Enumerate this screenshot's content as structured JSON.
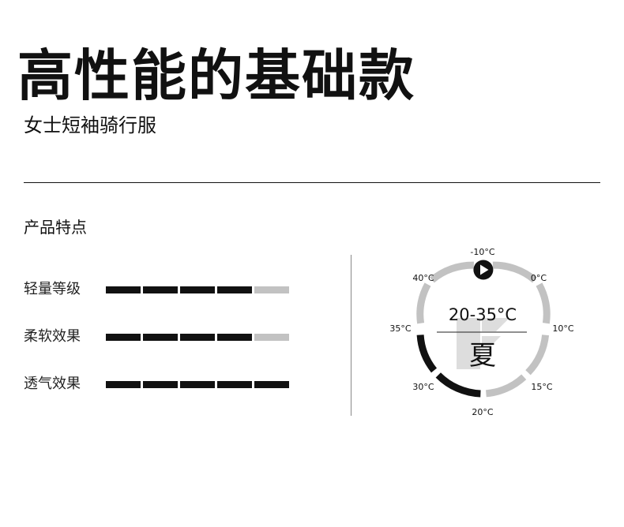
{
  "title": "高性能的基础款",
  "subtitle": "女士短袖骑行服",
  "section_title": "产品特点",
  "colors": {
    "filled": "#111111",
    "empty": "#c2c2c2",
    "text": "#111111"
  },
  "features": [
    {
      "label": "轻量等级",
      "level": 4,
      "max": 5
    },
    {
      "label": "柔软效果",
      "level": 4,
      "max": 5
    },
    {
      "label": "透气效果",
      "level": 5,
      "max": 5
    }
  ],
  "temperature": {
    "range_label": "20-35°C",
    "season": "夏",
    "ticks": [
      "-10°C",
      "0°C",
      "10°C",
      "15°C",
      "20°C",
      "30°C",
      "35°C",
      "40°C"
    ],
    "active_range": [
      "20°C",
      "35°C"
    ],
    "pointer_icon": "play-icon"
  }
}
